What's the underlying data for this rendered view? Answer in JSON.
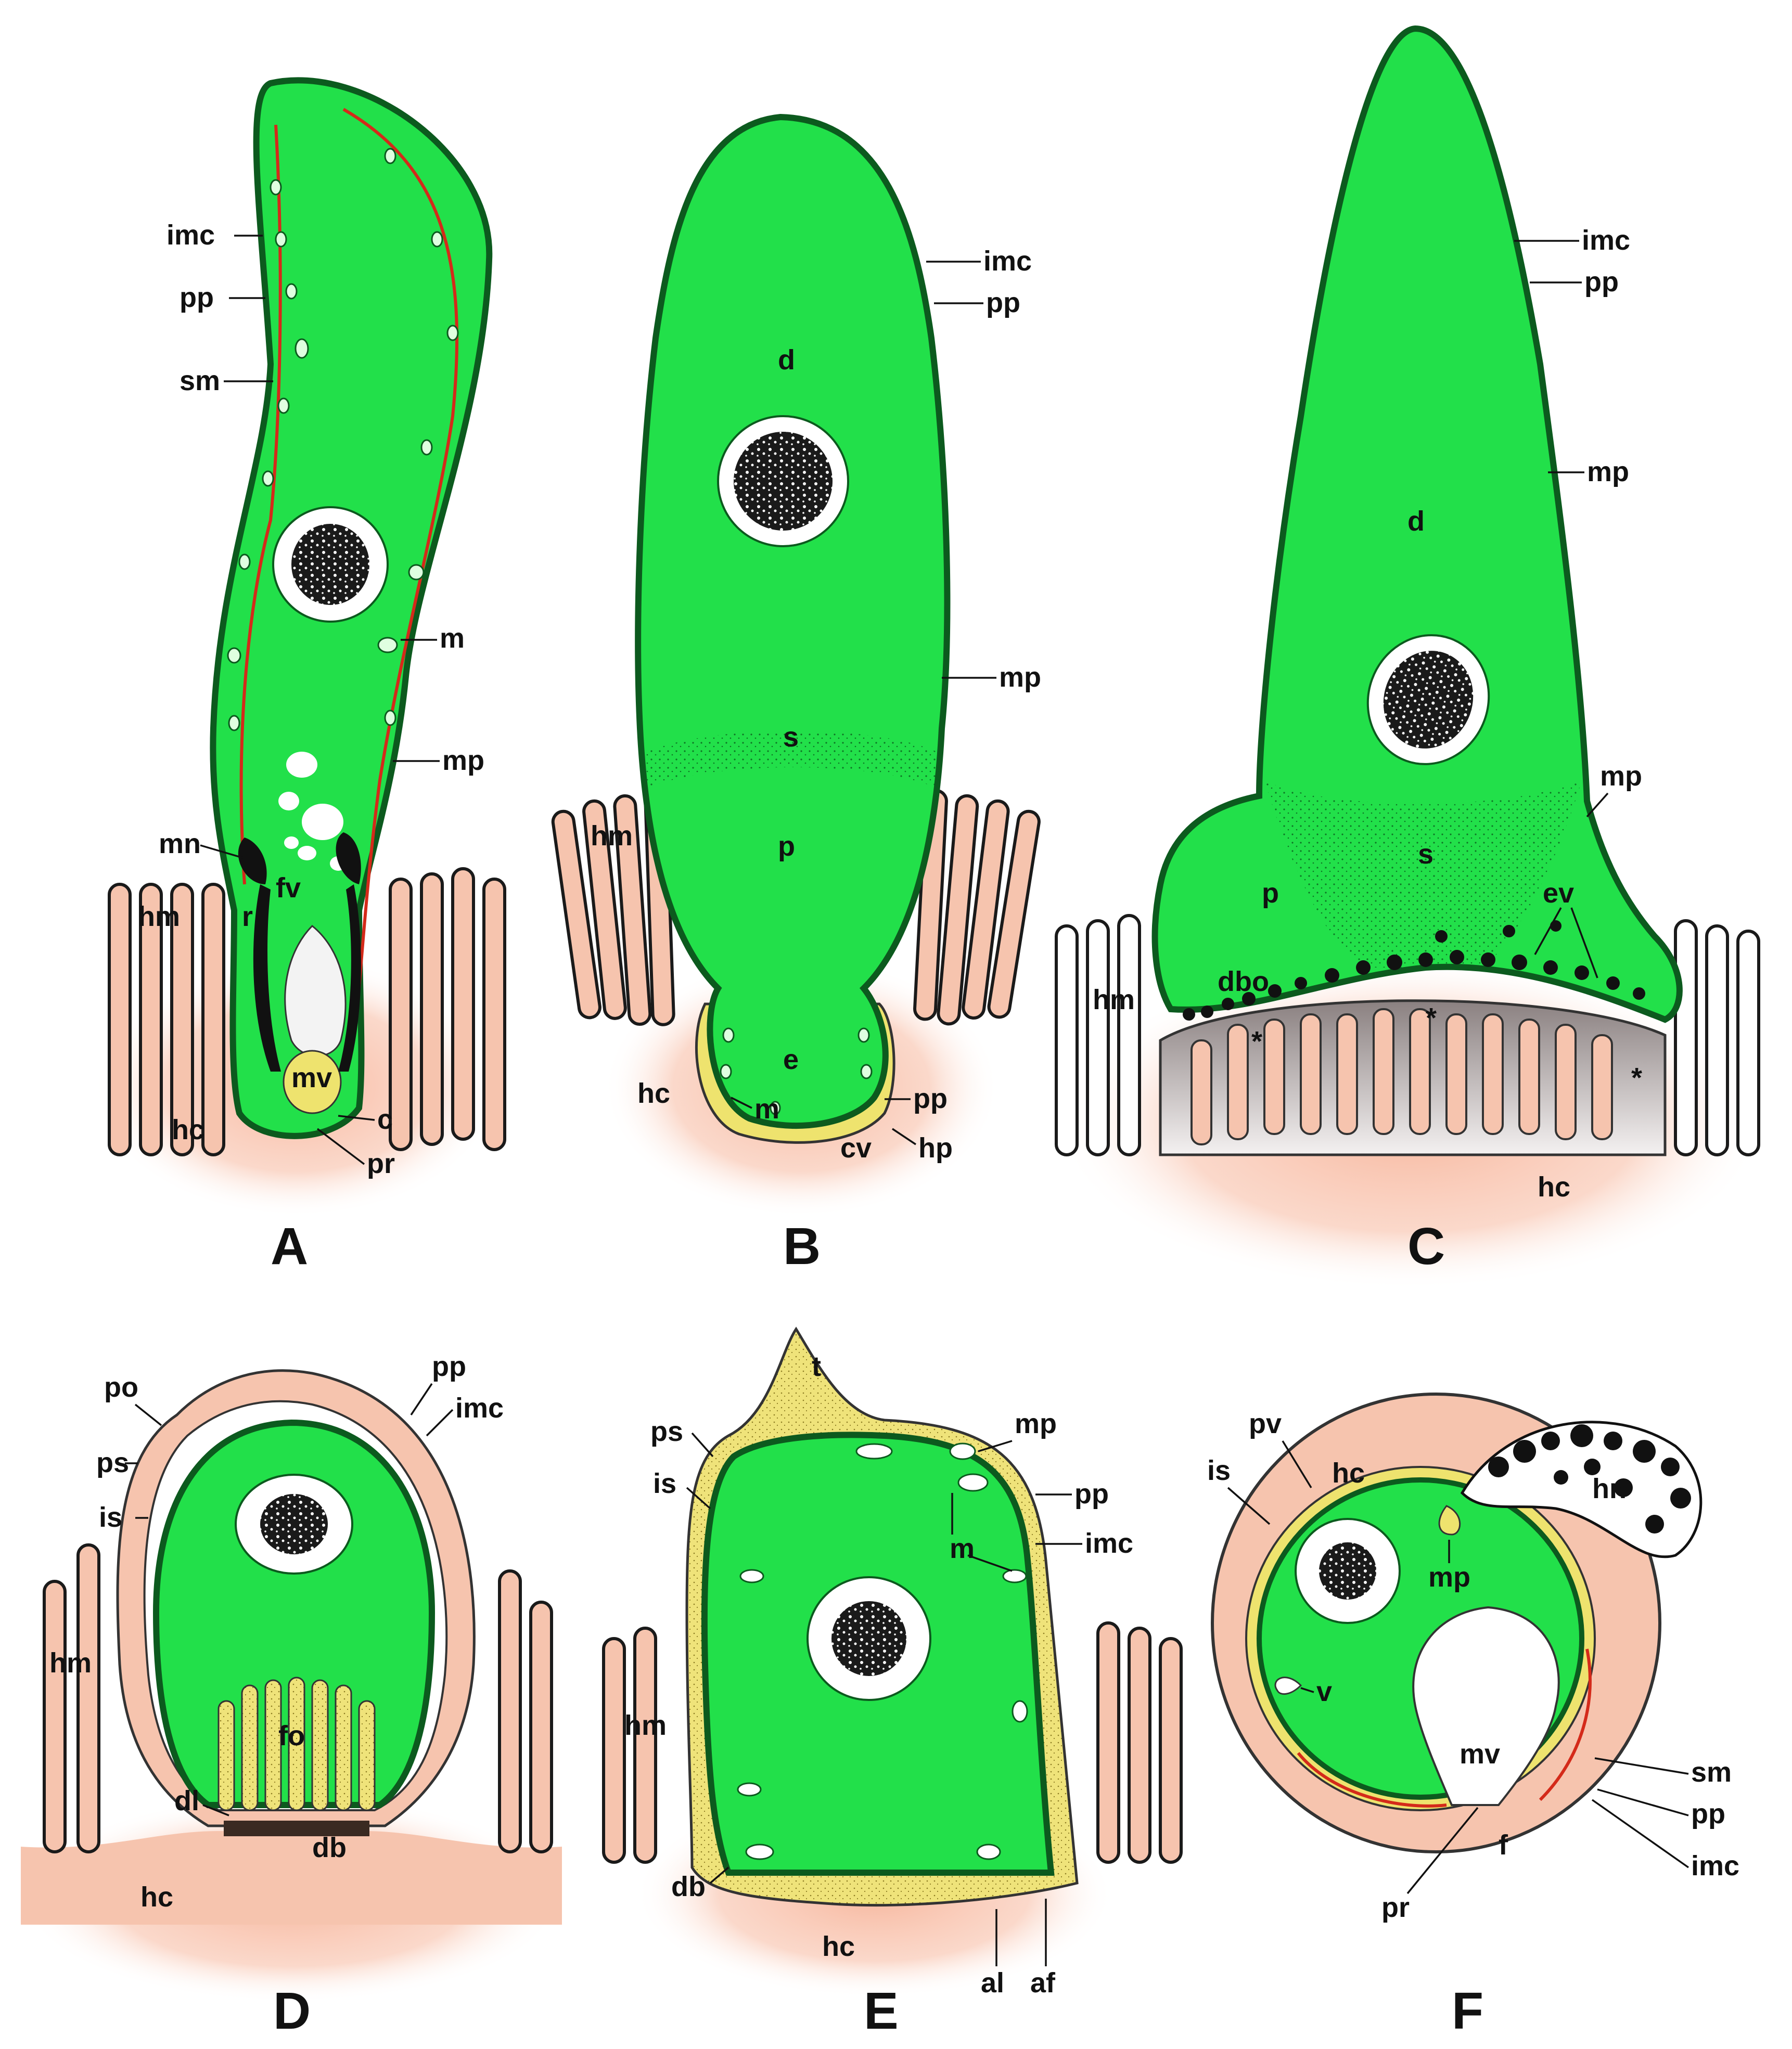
{
  "colors": {
    "cytoplasm": "#22e04a",
    "membrane": "#0c5a1e",
    "host": "#f6c4ae",
    "host_glow": "#f9b9a0",
    "yellow": "#eee36e",
    "red_line": "#d42a1a",
    "nucleus_ring": "#ffffff",
    "chromatin": "#111111"
  },
  "panels": [
    {
      "id": "A",
      "letter": "A"
    },
    {
      "id": "B",
      "letter": "B"
    },
    {
      "id": "C",
      "letter": "C"
    },
    {
      "id": "D",
      "letter": "D"
    },
    {
      "id": "E",
      "letter": "E"
    },
    {
      "id": "F",
      "letter": "F"
    }
  ],
  "labels": {
    "A": [
      "imc",
      "pp",
      "sm",
      "m",
      "mp",
      "mn",
      "r",
      "fv",
      "hm",
      "mv",
      "hc",
      "c",
      "pr"
    ],
    "B": [
      "imc",
      "pp",
      "d",
      "mp",
      "s",
      "hm",
      "p",
      "e",
      "hc",
      "m",
      "pp",
      "cv",
      "hp"
    ],
    "C": [
      "imc",
      "pp",
      "mp",
      "d",
      "mp",
      "s",
      "p",
      "ev",
      "hm",
      "dbo",
      "*",
      "*",
      "*",
      "hc"
    ],
    "D": [
      "po",
      "pp",
      "imc",
      "ps",
      "is",
      "hm",
      "fo",
      "dl",
      "db",
      "hc"
    ],
    "E": [
      "t",
      "mp",
      "ps",
      "is",
      "pp",
      "m",
      "imc",
      "hm",
      "db",
      "hc",
      "al",
      "af"
    ],
    "F": [
      "pv",
      "hc",
      "hn",
      "is",
      "mp",
      "v",
      "mv",
      "sm",
      "pp",
      "f",
      "imc",
      "pr"
    ]
  }
}
